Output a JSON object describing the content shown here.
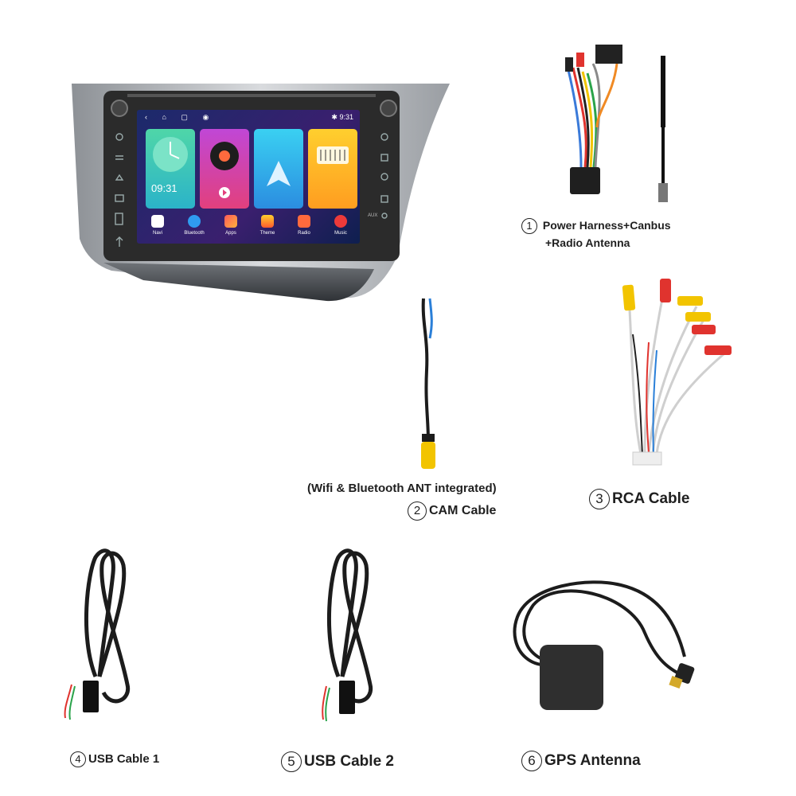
{
  "labels": {
    "power": {
      "number": "1",
      "line1": "Power Harness+Canbus",
      "line2": "+Radio Antenna"
    },
    "cam": {
      "note": "(Wifi & Bluetooth ANT integrated)",
      "number": "2",
      "text": "CAM Cable"
    },
    "rca": {
      "number": "3",
      "text": "RCA Cable"
    },
    "usb1": {
      "number": "4",
      "text": "USB Cable 1"
    },
    "usb2": {
      "number": "5",
      "text": "USB Cable 2"
    },
    "gps": {
      "number": "6",
      "text": "GPS Antenna"
    }
  },
  "headunit": {
    "status_time": "9:31",
    "clock_time": "09:31",
    "aux_label": "AUX",
    "dock": [
      "Navi",
      "Bluetooth",
      "Apps",
      "Theme",
      "Radio",
      "Music"
    ]
  },
  "colors": {
    "bezel": "#2b2b2b",
    "frame": "#b9bcc0",
    "rca_yellow": "#f2c400",
    "rca_red": "#e0332e",
    "cable_black": "#1c1c1c"
  }
}
